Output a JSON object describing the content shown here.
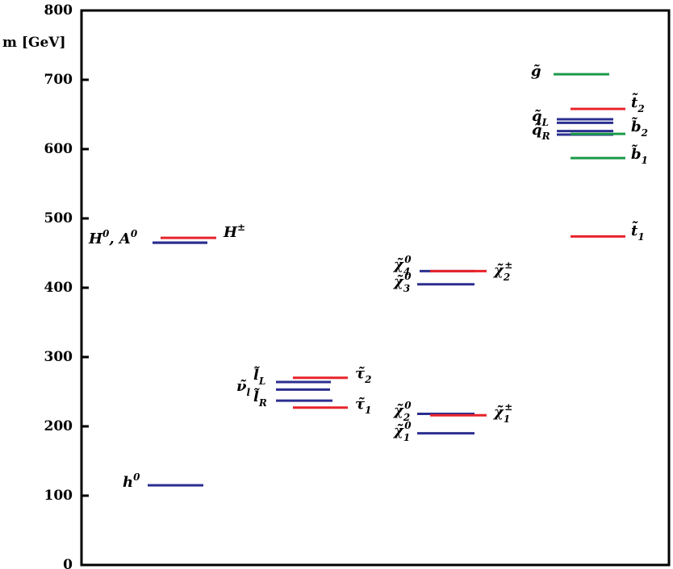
{
  "chart_data": {
    "type": "spectrum",
    "ylabel": "m [GeV]",
    "ylim": [
      0,
      800
    ],
    "yticks": [
      {
        "value": 0,
        "label": "0"
      },
      {
        "value": 100,
        "label": "100"
      },
      {
        "value": 200,
        "label": "200"
      },
      {
        "value": 300,
        "label": "300"
      },
      {
        "value": 400,
        "label": "400"
      },
      {
        "value": 500,
        "label": "500"
      },
      {
        "value": 600,
        "label": "600"
      },
      {
        "value": 700,
        "label": "700"
      },
      {
        "value": 800,
        "label": "800"
      }
    ],
    "colors": {
      "blue": "#2b2f8f",
      "red": "#e8232a",
      "green": "#1a9a4a"
    },
    "levels": [
      {
        "column": "higgs",
        "particle": "h0",
        "mass": 115,
        "color": "blue"
      },
      {
        "column": "higgs",
        "particle": "H0",
        "mass": 465,
        "color": "blue"
      },
      {
        "column": "higgs",
        "particle": "A0",
        "mass": 465,
        "color": "blue"
      },
      {
        "column": "higgs",
        "particle": "H+-",
        "mass": 472,
        "color": "red"
      },
      {
        "column": "sleptons",
        "particle": "tau2",
        "mass": 270,
        "color": "red"
      },
      {
        "column": "sleptons",
        "particle": "lL",
        "mass": 264,
        "color": "blue"
      },
      {
        "column": "sleptons",
        "particle": "nul",
        "mass": 253,
        "color": "blue"
      },
      {
        "column": "sleptons",
        "particle": "lR",
        "mass": 237,
        "color": "blue"
      },
      {
        "column": "sleptons",
        "particle": "tau1",
        "mass": 227,
        "color": "red"
      },
      {
        "column": "gauginos",
        "particle": "chi40",
        "mass": 424,
        "color": "blue"
      },
      {
        "column": "gauginos",
        "particle": "chi2+-",
        "mass": 424,
        "color": "red"
      },
      {
        "column": "gauginos",
        "particle": "chi30",
        "mass": 405,
        "color": "blue"
      },
      {
        "column": "gauginos",
        "particle": "chi20",
        "mass": 218,
        "color": "blue"
      },
      {
        "column": "gauginos",
        "particle": "chi1+-",
        "mass": 216,
        "color": "red"
      },
      {
        "column": "gauginos",
        "particle": "chi10",
        "mass": 190,
        "color": "blue"
      },
      {
        "column": "squarks",
        "particle": "gluino",
        "mass": 708,
        "color": "green"
      },
      {
        "column": "squarks",
        "particle": "t2",
        "mass": 658,
        "color": "red"
      },
      {
        "column": "squarks",
        "particle": "qL",
        "mass": 643,
        "color": "blue"
      },
      {
        "column": "squarks",
        "particle": "qL",
        "mass": 638,
        "color": "blue"
      },
      {
        "column": "squarks",
        "particle": "qR",
        "mass": 626,
        "color": "blue"
      },
      {
        "column": "squarks",
        "particle": "qR",
        "mass": 621,
        "color": "blue"
      },
      {
        "column": "squarks",
        "particle": "b2",
        "mass": 622,
        "color": "green"
      },
      {
        "column": "squarks",
        "particle": "b1",
        "mass": 587,
        "color": "green"
      },
      {
        "column": "squarks",
        "particle": "t1",
        "mass": 474,
        "color": "red"
      }
    ],
    "labels": [
      {
        "id": "h0",
        "base": "h",
        "sup": "0"
      },
      {
        "id": "H0A0",
        "base": "H",
        "sup": "0",
        "rest": ", A",
        "sup2": "0"
      },
      {
        "id": "Hpm",
        "base": "H",
        "sup": "±"
      },
      {
        "id": "nul",
        "base": "ν̃",
        "sub": "l"
      },
      {
        "id": "lL",
        "base": "l̃",
        "sub": "L"
      },
      {
        "id": "lR",
        "base": "l̃",
        "sub": "R"
      },
      {
        "id": "tau2",
        "base": "τ̃",
        "sub": "2"
      },
      {
        "id": "tau1",
        "base": "τ̃",
        "sub": "1"
      },
      {
        "id": "chi40",
        "base": "χ̃",
        "sub": "4",
        "sup": "0"
      },
      {
        "id": "chi30",
        "base": "χ̃",
        "sub": "3",
        "sup": "0"
      },
      {
        "id": "chi2pm",
        "base": "χ̃",
        "sub": "2",
        "sup": "±"
      },
      {
        "id": "chi20",
        "base": "χ̃",
        "sub": "2",
        "sup": "0"
      },
      {
        "id": "chi10",
        "base": "χ̃",
        "sub": "1",
        "sup": "0"
      },
      {
        "id": "chi1pm",
        "base": "χ̃",
        "sub": "1",
        "sup": "±"
      },
      {
        "id": "gluino",
        "base": "g̃"
      },
      {
        "id": "t2",
        "base": "t̃",
        "sub": "2"
      },
      {
        "id": "qL",
        "base": "q̃",
        "sub": "L"
      },
      {
        "id": "qR",
        "base": "q̃",
        "sub": "R"
      },
      {
        "id": "b2",
        "base": "b̃",
        "sub": "2"
      },
      {
        "id": "b1",
        "base": "b̃",
        "sub": "1"
      },
      {
        "id": "t1",
        "base": "t̃",
        "sub": "1"
      }
    ]
  }
}
